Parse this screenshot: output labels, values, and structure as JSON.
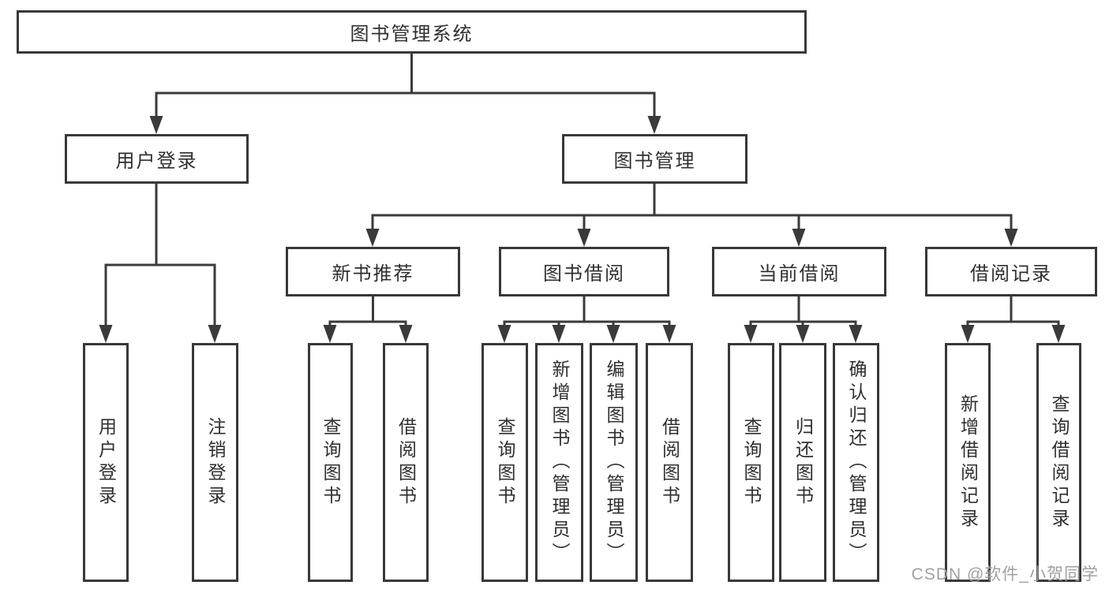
{
  "tree": {
    "root": {
      "label": "图书管理系统"
    },
    "branches": [
      {
        "label": "用户登录",
        "leaves": [
          {
            "label": "用户登录"
          },
          {
            "label": "注销登录"
          }
        ]
      },
      {
        "label": "图书管理",
        "sections": [
          {
            "label": "新书推荐",
            "leaves": [
              {
                "label": "查询图书"
              },
              {
                "label": "借阅图书"
              }
            ]
          },
          {
            "label": "图书借阅",
            "leaves": [
              {
                "label": "查询图书"
              },
              {
                "label": "新增图书（管理员）"
              },
              {
                "label": "编辑图书（管理员）"
              },
              {
                "label": "借阅图书"
              }
            ]
          },
          {
            "label": "当前借阅",
            "leaves": [
              {
                "label": "查询图书"
              },
              {
                "label": "归还图书"
              },
              {
                "label": "确认归还（管理员）"
              }
            ]
          },
          {
            "label": "借阅记录",
            "leaves": [
              {
                "label": "新增借阅记录"
              },
              {
                "label": "查询借阅记录"
              }
            ]
          }
        ]
      }
    ]
  },
  "watermark": {
    "text": "CSDN @软件_小贺同学"
  },
  "colors": {
    "line": "#3a3a3a",
    "box_border": "#383838",
    "box_fill": "#ffffff",
    "text": "#2f2f2f",
    "watermark": "#a0a0a0"
  }
}
